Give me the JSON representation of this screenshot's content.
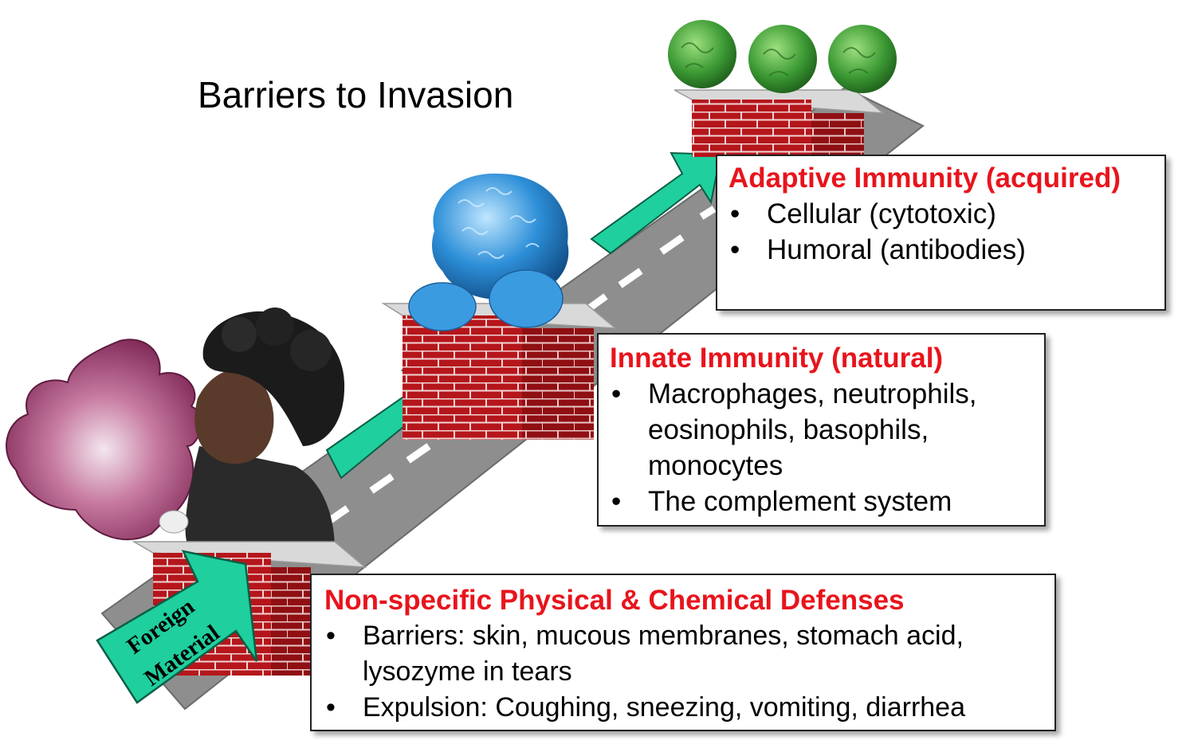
{
  "title": "Barriers to Invasion",
  "arrow_label": [
    "Foreign",
    "Material"
  ],
  "barriers": [
    {
      "heading": "Adaptive Immunity (acquired)",
      "items": [
        "Cellular (cytotoxic)",
        "Humoral (antibodies)"
      ]
    },
    {
      "heading": "Innate Immunity (natural)",
      "items": [
        "Macrophages, neutrophils, eosinophils, basophils, monocytes",
        "The complement system"
      ]
    },
    {
      "heading": "Non-specific Physical & Chemical Defenses",
      "items": [
        "Barriers: skin, mucous membranes, stomach acid, lysozyme in tears",
        "Expulsion: Coughing, sneezing, vomiting, diarrhea"
      ]
    }
  ],
  "colors": {
    "heading_red": "#e8141c",
    "arrow_teal": "#1fcf9e",
    "road_gray": "#8e8e8e",
    "brick_red": "#b5161b",
    "lymphocyte_green": "#3c9a34",
    "macrophage_blue": "#2d8fd8",
    "cloud_purple": "#8c2d5e"
  },
  "icons": [
    "brick-wall-icon",
    "road-arrow-icon",
    "lymphocyte-cell-icon",
    "macrophage-cell-icon",
    "sneeze-cloud-icon",
    "person-sneezing-icon"
  ]
}
